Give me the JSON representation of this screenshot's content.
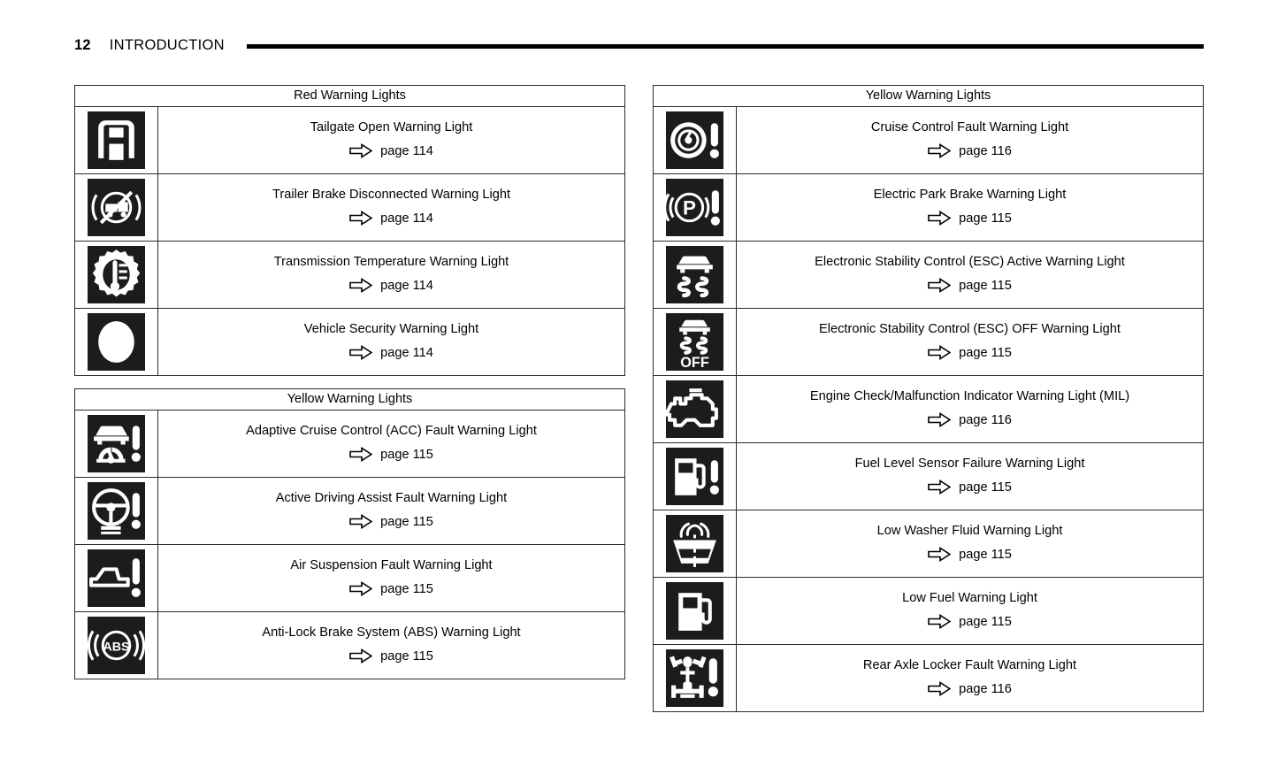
{
  "header": {
    "page_number": "12",
    "section_title": "INTRODUCTION"
  },
  "reference_arrow_icon": "right-arrow-outline-icon",
  "columns": {
    "left": [
      {
        "caption": "Red Warning Lights",
        "rows": [
          {
            "icon": "tailgate-open-icon",
            "title": "Tailgate Open Warning Light",
            "page_ref": "page 114"
          },
          {
            "icon": "trailer-brake-disconnected-icon",
            "title": "Trailer Brake Disconnected Warning Light",
            "page_ref": "page 114"
          },
          {
            "icon": "transmission-temperature-icon",
            "title": "Transmission Temperature Warning Light",
            "page_ref": "page 114"
          },
          {
            "icon": "vehicle-security-icon",
            "title": "Vehicle Security Warning Light",
            "page_ref": "page 114"
          }
        ]
      },
      {
        "caption": "Yellow Warning Lights",
        "rows": [
          {
            "icon": "adaptive-cruise-control-fault-icon",
            "title": "Adaptive Cruise Control (ACC) Fault Warning Light",
            "page_ref": "page 115"
          },
          {
            "icon": "active-driving-assist-fault-icon",
            "title": "Active Driving Assist Fault Warning Light",
            "page_ref": "page 115"
          },
          {
            "icon": "air-suspension-fault-icon",
            "title": "Air Suspension Fault Warning Light",
            "page_ref": "page 115"
          },
          {
            "icon": "anti-lock-brake-system-icon",
            "title": "Anti-Lock Brake System (ABS) Warning Light",
            "page_ref": "page 115"
          }
        ]
      }
    ],
    "right": [
      {
        "caption": "Yellow Warning Lights",
        "rows": [
          {
            "icon": "cruise-control-fault-icon",
            "title": "Cruise Control Fault Warning Light",
            "page_ref": "page 116"
          },
          {
            "icon": "electric-park-brake-icon",
            "title": "Electric Park Brake Warning Light",
            "page_ref": "page 115"
          },
          {
            "icon": "esc-active-icon",
            "title": "Electronic Stability Control (ESC) Active Warning Light",
            "page_ref": "page 115"
          },
          {
            "icon": "esc-off-icon",
            "title": "Electronic Stability Control (ESC) OFF Warning Light",
            "page_ref": "page 115"
          },
          {
            "icon": "engine-check-mil-icon",
            "title": "Engine Check/Malfunction Indicator Warning Light (MIL)",
            "page_ref": "page 116"
          },
          {
            "icon": "fuel-level-sensor-failure-icon",
            "title": "Fuel Level Sensor Failure Warning Light",
            "page_ref": "page 115"
          },
          {
            "icon": "low-washer-fluid-icon",
            "title": "Low Washer Fluid Warning Light",
            "page_ref": "page 115"
          },
          {
            "icon": "low-fuel-icon",
            "title": "Low Fuel Warning Light",
            "page_ref": "page 115"
          },
          {
            "icon": "rear-axle-locker-fault-icon",
            "title": "Rear Axle Locker Fault Warning Light",
            "page_ref": "page 116"
          }
        ]
      }
    ]
  },
  "colors": {
    "ink": "#000000",
    "tile_background": "#1c1c1c",
    "tile_glyph": "#ffffff",
    "rule": "#2b2b2b",
    "page_background": "#ffffff"
  }
}
